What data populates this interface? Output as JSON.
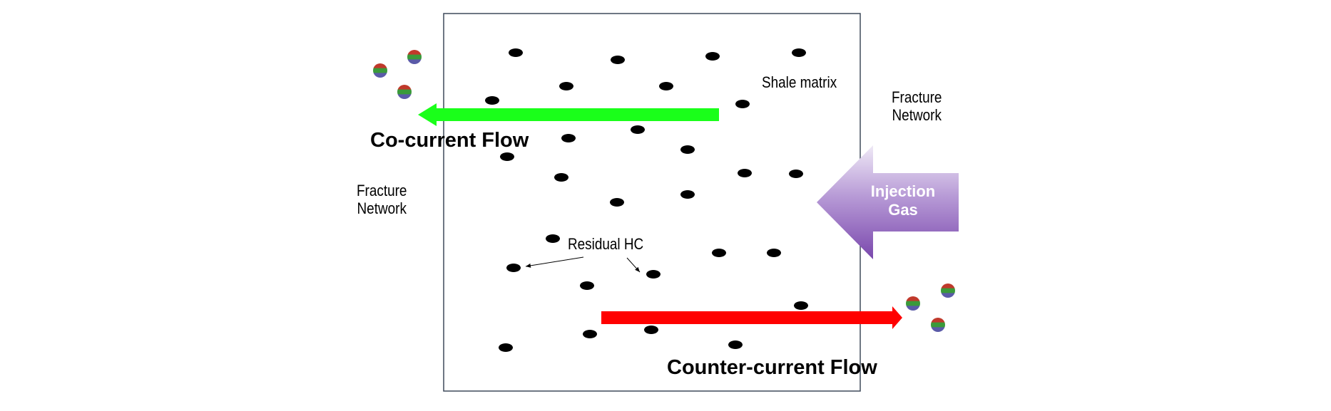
{
  "labels": {
    "shale_matrix": "Shale matrix",
    "fracture_network_right": [
      "Fracture",
      "Network"
    ],
    "fracture_network_left": [
      "Fracture",
      "Network"
    ],
    "co_current_flow": "Co-current Flow",
    "counter_current_flow": "Counter-current Flow",
    "residual_hc": "Residual HC",
    "injection_gas": [
      "Injection",
      "Gas"
    ]
  },
  "colors": {
    "matrix_border": "#3f4a5a",
    "hc_droplet": "#000000",
    "co_current_arrow": "#1aff1a",
    "counter_current_arrow": "#ff0000",
    "injection_arrow_light": "#e6dcf2",
    "injection_arrow_dark": "#7d4fb0",
    "particle_top": "#c0392b",
    "particle_middle": "#3a9a3a",
    "particle_bottom": "#5a5aa8"
  },
  "icons": {
    "droplet": "residual-hydrocarbon-droplet",
    "particle": "produced-hydrocarbon-particle",
    "arrow": "flow-arrow"
  }
}
